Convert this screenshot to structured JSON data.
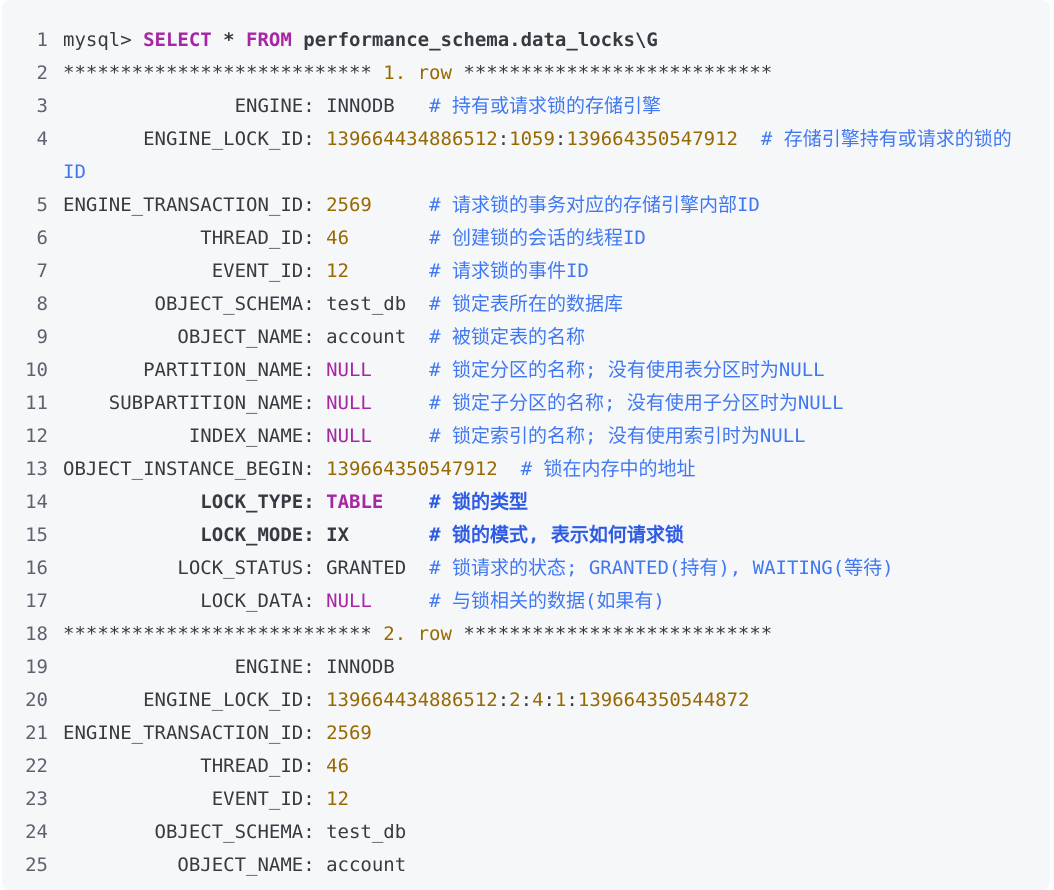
{
  "lines": [
    {
      "n": "1",
      "parts": [
        {
          "t": "mysql> ",
          "c": ""
        },
        {
          "t": "SELECT",
          "c": "kw"
        },
        {
          "t": " * ",
          "c": "sel"
        },
        {
          "t": "FROM",
          "c": "kw"
        },
        {
          "t": " performance_schema.data_locks\\G",
          "c": "sel"
        }
      ]
    },
    {
      "n": "2",
      "parts": [
        {
          "t": "*************************** ",
          "c": ""
        },
        {
          "t": "1. row",
          "c": "rownum"
        },
        {
          "t": " ***************************",
          "c": ""
        }
      ]
    },
    {
      "n": "3",
      "parts": [
        {
          "t": "               ENGINE: ",
          "c": ""
        },
        {
          "t": "INNODB   ",
          "c": ""
        },
        {
          "t": "# 持有或请求锁的存储引擎",
          "c": "cm"
        }
      ]
    },
    {
      "n": "4",
      "wrap": true,
      "parts": [
        {
          "t": "       ENGINE_LOCK_ID: ",
          "c": ""
        },
        {
          "t": "139664434886512",
          "c": "num"
        },
        {
          "t": ":",
          "c": ""
        },
        {
          "t": "1059",
          "c": "num"
        },
        {
          "t": ":",
          "c": ""
        },
        {
          "t": "139664350547912",
          "c": "num"
        },
        {
          "t": "  # 存储引擎持有或请求的锁的ID",
          "c": "cm"
        }
      ]
    },
    {
      "n": "5",
      "parts": [
        {
          "t": "ENGINE_TRANSACTION_ID: ",
          "c": ""
        },
        {
          "t": "2569",
          "c": "num"
        },
        {
          "t": "     ",
          "c": ""
        },
        {
          "t": "# 请求锁的事务对应的存储引擎内部ID",
          "c": "cm"
        }
      ]
    },
    {
      "n": "6",
      "parts": [
        {
          "t": "            THREAD_ID: ",
          "c": ""
        },
        {
          "t": "46",
          "c": "num"
        },
        {
          "t": "       ",
          "c": ""
        },
        {
          "t": "# 创建锁的会话的线程ID",
          "c": "cm"
        }
      ]
    },
    {
      "n": "7",
      "parts": [
        {
          "t": "             EVENT_ID: ",
          "c": ""
        },
        {
          "t": "12",
          "c": "num"
        },
        {
          "t": "       ",
          "c": ""
        },
        {
          "t": "# 请求锁的事件ID",
          "c": "cm"
        }
      ]
    },
    {
      "n": "8",
      "parts": [
        {
          "t": "        OBJECT_SCHEMA: ",
          "c": ""
        },
        {
          "t": "test_db  ",
          "c": ""
        },
        {
          "t": "# 锁定表所在的数据库",
          "c": "cm"
        }
      ]
    },
    {
      "n": "9",
      "parts": [
        {
          "t": "          OBJECT_NAME: ",
          "c": ""
        },
        {
          "t": "account  ",
          "c": ""
        },
        {
          "t": "# 被锁定表的名称",
          "c": "cm"
        }
      ]
    },
    {
      "n": "10",
      "parts": [
        {
          "t": "       PARTITION_NAME: ",
          "c": ""
        },
        {
          "t": "NULL",
          "c": "null"
        },
        {
          "t": "     ",
          "c": ""
        },
        {
          "t": "# 锁定分区的名称; 没有使用表分区时为NULL",
          "c": "cm"
        }
      ]
    },
    {
      "n": "11",
      "parts": [
        {
          "t": "    SUBPARTITION_NAME: ",
          "c": ""
        },
        {
          "t": "NULL",
          "c": "null"
        },
        {
          "t": "     ",
          "c": ""
        },
        {
          "t": "# 锁定子分区的名称; 没有使用子分区时为NULL",
          "c": "cm"
        }
      ]
    },
    {
      "n": "12",
      "parts": [
        {
          "t": "           INDEX_NAME: ",
          "c": ""
        },
        {
          "t": "NULL",
          "c": "null"
        },
        {
          "t": "     ",
          "c": ""
        },
        {
          "t": "# 锁定索引的名称; 没有使用索引时为NULL",
          "c": "cm"
        }
      ]
    },
    {
      "n": "13",
      "parts": [
        {
          "t": "OBJECT_INSTANCE_BEGIN: ",
          "c": ""
        },
        {
          "t": "139664350547912",
          "c": "num"
        },
        {
          "t": "  ",
          "c": ""
        },
        {
          "t": "# 锁在内存中的地址",
          "c": "cm"
        }
      ]
    },
    {
      "n": "14",
      "parts": [
        {
          "t": "            LOCK_TYPE: ",
          "c": "bold"
        },
        {
          "t": "TABLE",
          "c": "kw2"
        },
        {
          "t": "    ",
          "c": ""
        },
        {
          "t": "# 锁的类型",
          "c": "cm bold"
        }
      ]
    },
    {
      "n": "15",
      "parts": [
        {
          "t": "            LOCK_MODE: ",
          "c": "bold"
        },
        {
          "t": "IX",
          "c": "bold"
        },
        {
          "t": "       ",
          "c": ""
        },
        {
          "t": "# 锁的模式, 表示如何请求锁",
          "c": "cm bold"
        }
      ]
    },
    {
      "n": "16",
      "parts": [
        {
          "t": "          LOCK_STATUS: ",
          "c": ""
        },
        {
          "t": "GRANTED  ",
          "c": ""
        },
        {
          "t": "# 锁请求的状态; GRANTED(持有), WAITING(等待)",
          "c": "cm"
        }
      ]
    },
    {
      "n": "17",
      "parts": [
        {
          "t": "            LOCK_DATA: ",
          "c": ""
        },
        {
          "t": "NULL",
          "c": "null"
        },
        {
          "t": "     ",
          "c": ""
        },
        {
          "t": "# 与锁相关的数据(如果有)",
          "c": "cm"
        }
      ]
    },
    {
      "n": "18",
      "parts": [
        {
          "t": "*************************** ",
          "c": ""
        },
        {
          "t": "2. row",
          "c": "rownum"
        },
        {
          "t": " ***************************",
          "c": ""
        }
      ]
    },
    {
      "n": "19",
      "parts": [
        {
          "t": "               ENGINE: ",
          "c": ""
        },
        {
          "t": "INNODB",
          "c": ""
        }
      ]
    },
    {
      "n": "20",
      "parts": [
        {
          "t": "       ENGINE_LOCK_ID: ",
          "c": ""
        },
        {
          "t": "139664434886512",
          "c": "num"
        },
        {
          "t": ":",
          "c": ""
        },
        {
          "t": "2",
          "c": "num"
        },
        {
          "t": ":",
          "c": ""
        },
        {
          "t": "4",
          "c": "num"
        },
        {
          "t": ":",
          "c": ""
        },
        {
          "t": "1",
          "c": "num"
        },
        {
          "t": ":",
          "c": ""
        },
        {
          "t": "139664350544872",
          "c": "num"
        }
      ]
    },
    {
      "n": "21",
      "parts": [
        {
          "t": "ENGINE_TRANSACTION_ID: ",
          "c": ""
        },
        {
          "t": "2569",
          "c": "num"
        }
      ]
    },
    {
      "n": "22",
      "parts": [
        {
          "t": "            THREAD_ID: ",
          "c": ""
        },
        {
          "t": "46",
          "c": "num"
        }
      ]
    },
    {
      "n": "23",
      "parts": [
        {
          "t": "             EVENT_ID: ",
          "c": ""
        },
        {
          "t": "12",
          "c": "num"
        }
      ]
    },
    {
      "n": "24",
      "parts": [
        {
          "t": "        OBJECT_SCHEMA: ",
          "c": ""
        },
        {
          "t": "test_db",
          "c": ""
        }
      ]
    },
    {
      "n": "25",
      "parts": [
        {
          "t": "          OBJECT_NAME: ",
          "c": ""
        },
        {
          "t": "account",
          "c": ""
        }
      ]
    }
  ]
}
